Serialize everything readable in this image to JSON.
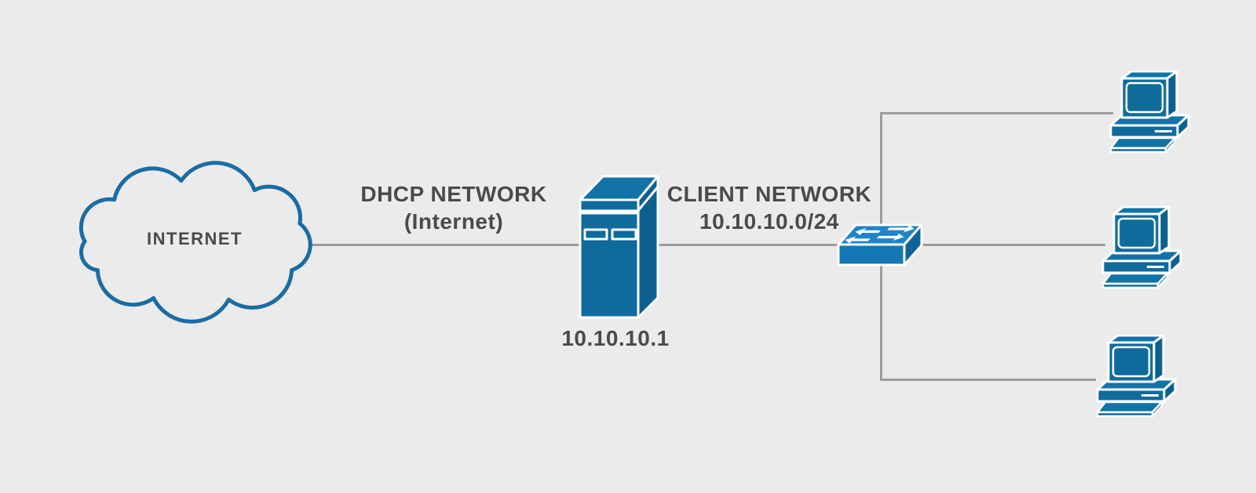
{
  "colors": {
    "background": "#EBEBEB",
    "line": "#9C9C9C",
    "text": "#4A4A4C",
    "cloud_outline": "#1B6CA4",
    "node_blue": "#0F6B9C",
    "node_blue_top": "#1173A8",
    "node_blue_side": "#0C608F",
    "switch_blue": "#1578B6",
    "switch_blue_top": "#1D85C8",
    "switch_blue_side": "#0F639B"
  },
  "nodes": {
    "internet_cloud": {
      "icon": "cloud-icon",
      "label": "INTERNET"
    },
    "dhcp_server": {
      "icon": "server-icon",
      "label": "10.10.10.1"
    },
    "switch": {
      "icon": "switch-icon"
    },
    "workstations": [
      {
        "icon": "computer-icon"
      },
      {
        "icon": "computer-icon"
      },
      {
        "icon": "computer-icon"
      }
    ]
  },
  "links": {
    "wan_label": {
      "line1": "DHCP NETWORK",
      "line2": "(Internet)"
    },
    "lan_label": {
      "line1": "CLIENT NETWORK",
      "line2": "10.10.10.0/24"
    }
  }
}
